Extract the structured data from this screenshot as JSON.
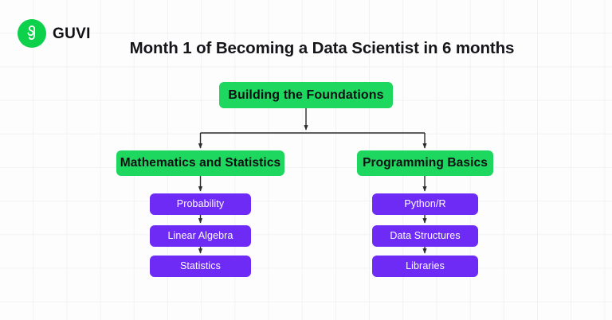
{
  "brand": {
    "name": "GUVI",
    "logo_icon": "guvi-g-logo-icon",
    "logo_color": "#0ed14b"
  },
  "header": {
    "title": "Month 1 of Becoming a Data Scientist in 6 months"
  },
  "colors": {
    "green": "#1ed75e",
    "purple": "#6d2bf5",
    "background": "#fdfdfe",
    "grid_line": "#f2f2f5",
    "connector": "#2b2b2b",
    "title_text": "#16161a"
  },
  "diagram": {
    "type": "flowchart",
    "root": {
      "id": "root",
      "label": "Building the Foundations",
      "style": "green"
    },
    "branches": [
      {
        "id": "math",
        "label": "Mathematics and Statistics",
        "style": "green",
        "children": [
          {
            "id": "probability",
            "label": "Probability",
            "style": "purple"
          },
          {
            "id": "linear-algebra",
            "label": "Linear Algebra",
            "style": "purple"
          },
          {
            "id": "statistics",
            "label": "Statistics",
            "style": "purple"
          }
        ]
      },
      {
        "id": "prog",
        "label": "Programming Basics",
        "style": "green",
        "children": [
          {
            "id": "python",
            "label": "Python/R",
            "style": "purple"
          },
          {
            "id": "data-structures",
            "label": "Data Structures",
            "style": "purple"
          },
          {
            "id": "libraries",
            "label": "Libraries",
            "style": "purple"
          }
        ]
      }
    ]
  }
}
